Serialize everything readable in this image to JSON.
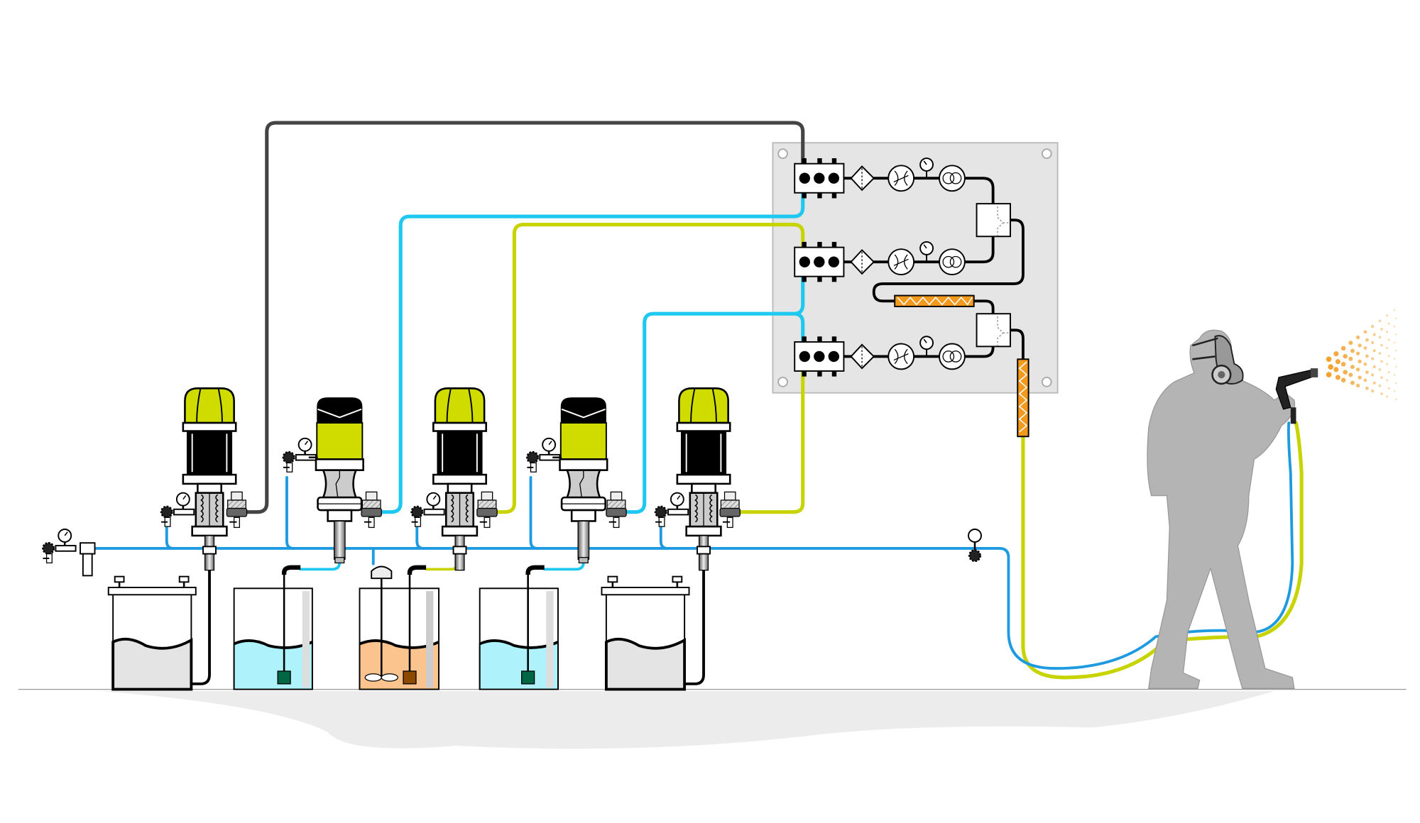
{
  "colors": {
    "air_line": "#1e9be0",
    "fluid_cyan": "#1ec8f0",
    "fluid_yellow": "#c8d400",
    "catalyst_dark": "#444444",
    "panel": "#e5e5e5",
    "static_mixer": "#f39a1e",
    "operator": "#b4b4b4",
    "pump_cap_yellow": "#d0dc00",
    "tank_cyan": "#aef3fb",
    "tank_orange": "#fbc48e",
    "tank_gray": "#e4e4e4",
    "spray": "#f39a1e"
  },
  "components": {
    "pumps": [
      {
        "type": "piston",
        "icon": "piston-pump-icon"
      },
      {
        "type": "diaphragm",
        "icon": "diaphragm-pump-icon"
      },
      {
        "type": "piston",
        "icon": "piston-pump-icon"
      },
      {
        "type": "diaphragm",
        "icon": "diaphragm-pump-icon"
      },
      {
        "type": "piston",
        "icon": "piston-pump-icon"
      }
    ],
    "tanks": [
      {
        "fluid": "gray",
        "icon": "drum-icon"
      },
      {
        "fluid": "cyan",
        "icon": "tank-icon"
      },
      {
        "fluid": "orange",
        "icon": "agitated-tank-icon"
      },
      {
        "fluid": "cyan",
        "icon": "tank-icon"
      },
      {
        "fluid": "gray",
        "icon": "drum-icon"
      }
    ],
    "panel_rows": 3,
    "operator": "spray-operator-icon"
  }
}
